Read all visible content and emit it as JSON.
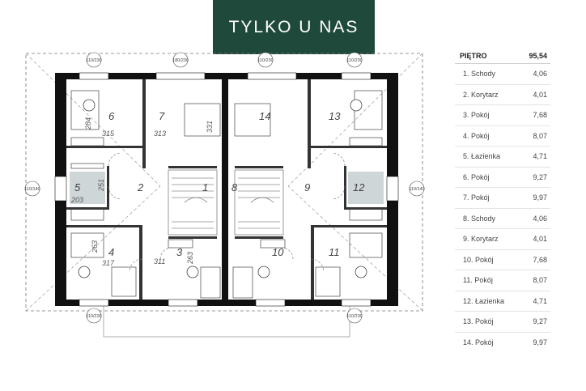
{
  "banner": {
    "text": "TYLKO U NAS"
  },
  "table": {
    "floor_label": "PIĘTRO",
    "floor_total": "95,54",
    "rows": [
      {
        "name": "1. Schody",
        "area": "4,06"
      },
      {
        "name": "2. Korytarz",
        "area": "4,01"
      },
      {
        "name": "3. Pokój",
        "area": "7,68"
      },
      {
        "name": "4. Pokój",
        "area": "8,07"
      },
      {
        "name": "5. Łazienka",
        "area": "4,71"
      },
      {
        "name": "6. Pokój",
        "area": "9,27"
      },
      {
        "name": "7. Pokój",
        "area": "9,97"
      },
      {
        "name": "8. Schody",
        "area": "4,06"
      },
      {
        "name": "9. Korytarz",
        "area": "4,01"
      },
      {
        "name": "10. Pokój",
        "area": "7,68"
      },
      {
        "name": "11. Pokój",
        "area": "8,07"
      },
      {
        "name": "12. Łazienka",
        "area": "4,71"
      },
      {
        "name": "13. Pokój",
        "area": "9,27"
      },
      {
        "name": "14. Pokój",
        "area": "9,97"
      }
    ]
  },
  "plan": {
    "room_numbers": [
      "1",
      "2",
      "3",
      "4",
      "5",
      "6",
      "7",
      "8",
      "9",
      "10",
      "11",
      "12",
      "13",
      "14"
    ],
    "dimensions": [
      "315",
      "284",
      "313",
      "331",
      "251",
      "203",
      "263",
      "317",
      "311",
      "263"
    ],
    "window_tags": [
      "110/230",
      "180/230",
      "110/230",
      "110/230",
      "110/140",
      "110/140",
      "110/230",
      "110/230"
    ]
  }
}
